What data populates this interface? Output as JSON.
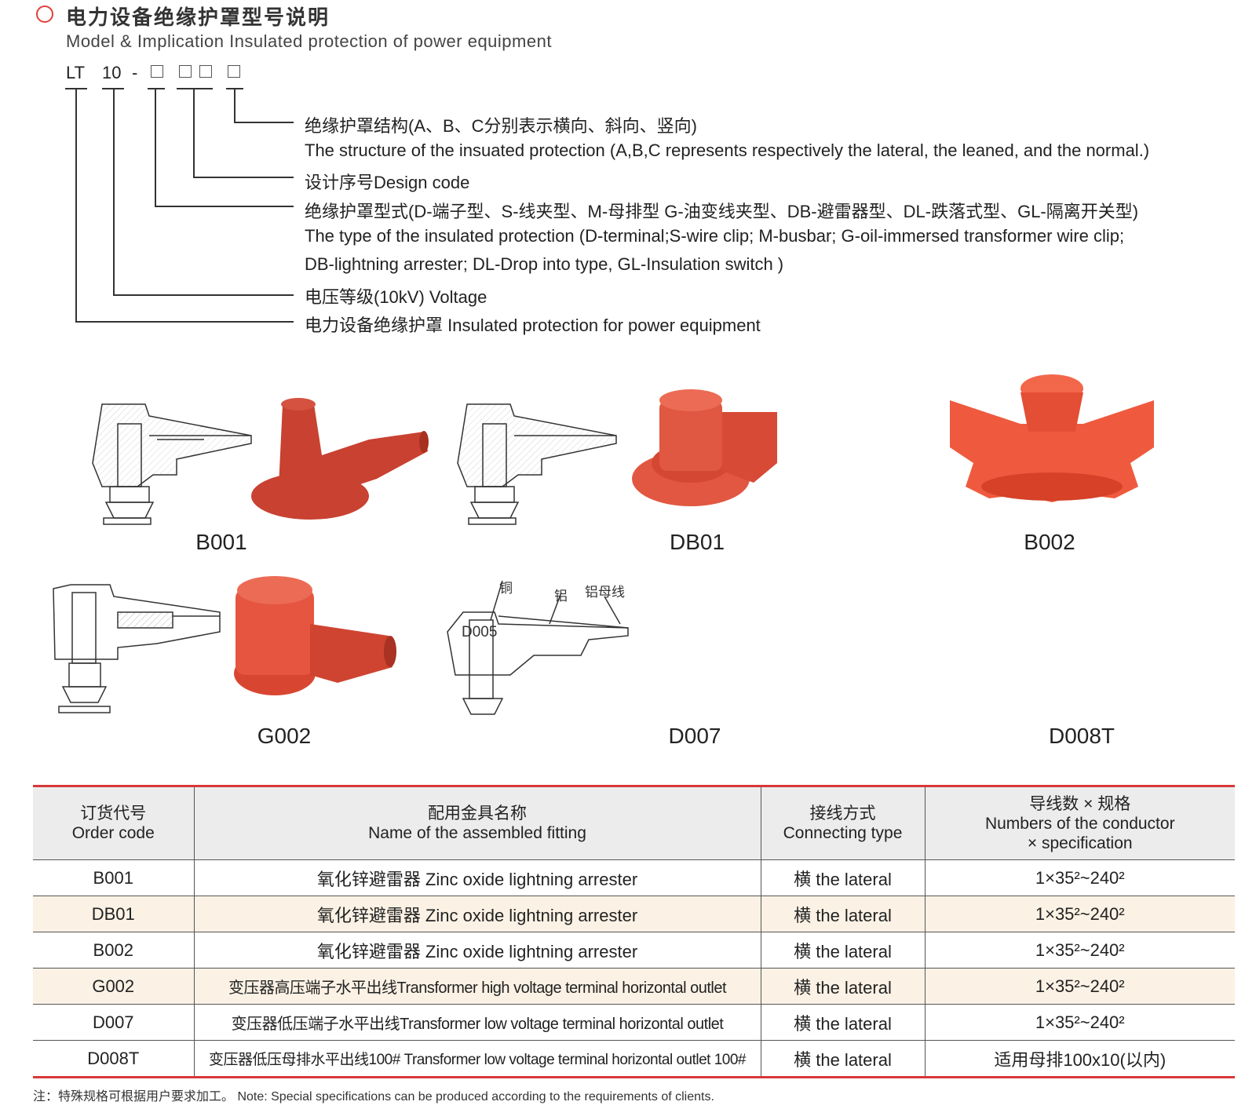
{
  "header": {
    "title_cn": "电力设备绝缘护罩型号说明",
    "title_en": "Model & Implication Insulated protection of power equipment"
  },
  "model_code": {
    "prefix": "LT",
    "voltage": "10",
    "dash": "-"
  },
  "legend": [
    "绝缘护罩结构(A、B、C分别表示横向、斜向、竖向)",
    "The structure of the insuated protection (A,B,C represents respectively the lateral, the leaned, and the normal.)",
    "设计序号Design code",
    "绝缘护罩型式(D-端子型、S-线夹型、M-母排型 G-油变线夹型、DB-避雷器型、DL-跌落式型、GL-隔离开关型)",
    "The type of the insulated protection (D-terminal;S-wire clip; M-busbar; G-oil-immersed transformer wire  clip;",
    "DB-lightning arrester; DL-Drop into type, GL-Insulation switch )",
    "电压等级(10kV) Voltage",
    "电力设备绝缘护罩 Insulated protection for power equipment"
  ],
  "products": {
    "b001": "B001",
    "db01": "DB01",
    "b002": "B002",
    "g002": "G002",
    "d007": "D007",
    "d008t": "D008T"
  },
  "diagram_callouts": {
    "copper": "铜",
    "aluminum": "铝",
    "aluminum_busbar": "铝母线",
    "inner_label": "D005"
  },
  "table": {
    "headers": [
      {
        "cn": "订货代号",
        "en": "Order code"
      },
      {
        "cn": "配用金具名称",
        "en": "Name of the assembled fitting"
      },
      {
        "cn": "接线方式",
        "en": "Connecting type"
      },
      {
        "cn": "导线数 × 规格",
        "en": "Numbers of the conductor",
        "en2": "× specification"
      }
    ],
    "rows": [
      {
        "code": "B001",
        "name": "氧化锌避雷器 Zinc oxide lightning arrester",
        "type": "横 the lateral",
        "spec": "1×35²~240²"
      },
      {
        "code": "DB01",
        "name": "氧化锌避雷器 Zinc oxide lightning arrester",
        "type": "横 the lateral",
        "spec": "1×35²~240²"
      },
      {
        "code": "B002",
        "name": "氧化锌避雷器 Zinc oxide lightning arrester",
        "type": "横 the lateral",
        "spec": "1×35²~240²"
      },
      {
        "code": "G002",
        "name": "变压器高压端子水平出线Transformer high voltage terminal horizontal outlet",
        "type": "横 the lateral",
        "spec": "1×35²~240²"
      },
      {
        "code": "D007",
        "name": "变压器低压端子水平出线Transformer low voltage terminal horizontal outlet",
        "type": "横 the lateral",
        "spec": "1×35²~240²"
      },
      {
        "code": "D008T",
        "name": "变压器低压母排水平出线100# Transformer low voltage terminal horizontal outlet 100#",
        "type": "横 the lateral",
        "spec": "适用母排100x10(以内)"
      }
    ]
  },
  "note": "注：特殊规格可根据用户要求加工。 Note: Special specifications can be produced according to the requirements of clients.",
  "colors": {
    "accent_red": "#d83838",
    "product_red": "#e14a37",
    "row_alt": "#fbf2e5",
    "header_bg": "#ececec"
  }
}
